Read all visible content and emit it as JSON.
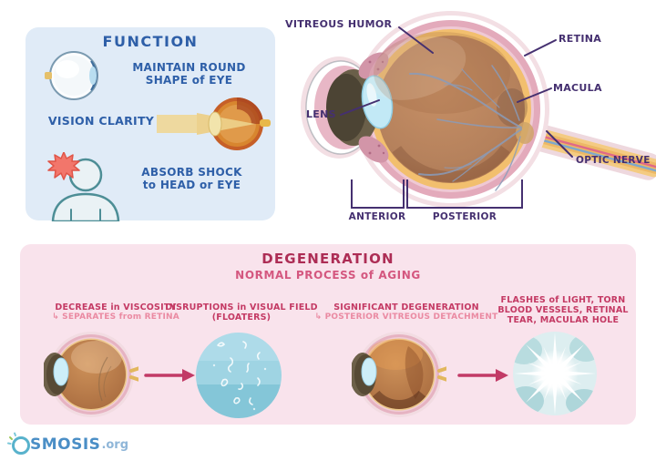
{
  "function_panel": {
    "title": "FUNCTION",
    "items": [
      {
        "line1": "MAINTAIN ROUND",
        "line2": "SHAPE of EYE"
      },
      {
        "line1": "VISION CLARITY",
        "line2": ""
      },
      {
        "line1": "ABSORB SHOCK",
        "line2": "to HEAD or EYE"
      }
    ]
  },
  "eye_diagram": {
    "labels": {
      "vitreous_humor": "VITREOUS HUMOR",
      "retina": "RETINA",
      "macula": "MACULA",
      "lens": "LENS",
      "optic_nerve": "OPTIC NERVE",
      "anterior": "ANTERIOR",
      "posterior": "POSTERIOR"
    }
  },
  "degeneration_panel": {
    "title": "DEGENERATION",
    "subtitle": "NORMAL PROCESS of AGING",
    "stages": [
      {
        "heading": "DECREASE in VISCOSITY",
        "subheading": "↳ SEPARATES from RETINA"
      },
      {
        "heading": "DISRUPTIONS in VISUAL FIELD",
        "subheading": "(FLOATERS)"
      },
      {
        "heading": "SIGNIFICANT DEGENERATION",
        "subheading": "↳ POSTERIOR VITREOUS DETACHMENT"
      },
      {
        "heading": "FLASHES of LIGHT, TORN BLOOD VESSELS, RETINAL TEAR, MACULAR HOLE",
        "subheading": ""
      }
    ]
  },
  "footer": {
    "logo_o": "O",
    "logo_text": "SMOSIS",
    "logo_suffix": ".org"
  },
  "icons": {
    "eyeball": "eyeball-icon",
    "vision_beam": "vision-beam-icon",
    "person_impact": "person-impact-icon",
    "arrow": "arrow-right-icon",
    "floaters": "floaters-circle-icon",
    "flashes": "flashes-circle-icon",
    "logo_o": "osmosis-o-icon"
  },
  "colors": {
    "function_bg": "#e0ebf7",
    "function_text": "#2e5fa8",
    "diagram_label": "#453070",
    "degeneration_bg": "#f9e3ec",
    "degeneration_title": "#ad2d55",
    "degeneration_subtitle": "#d4577f",
    "stage_heading": "#c43a64",
    "stage_subheading": "#ea8aa2",
    "arrow": "#c23a66",
    "eye_interior": "#b5815c",
    "eye_yellow_ring": "#f2bf6e",
    "eye_pink_ring": "#e3aabb",
    "lens_blue": "#c2e9f6",
    "logo_blue": "#4a8ec6"
  }
}
